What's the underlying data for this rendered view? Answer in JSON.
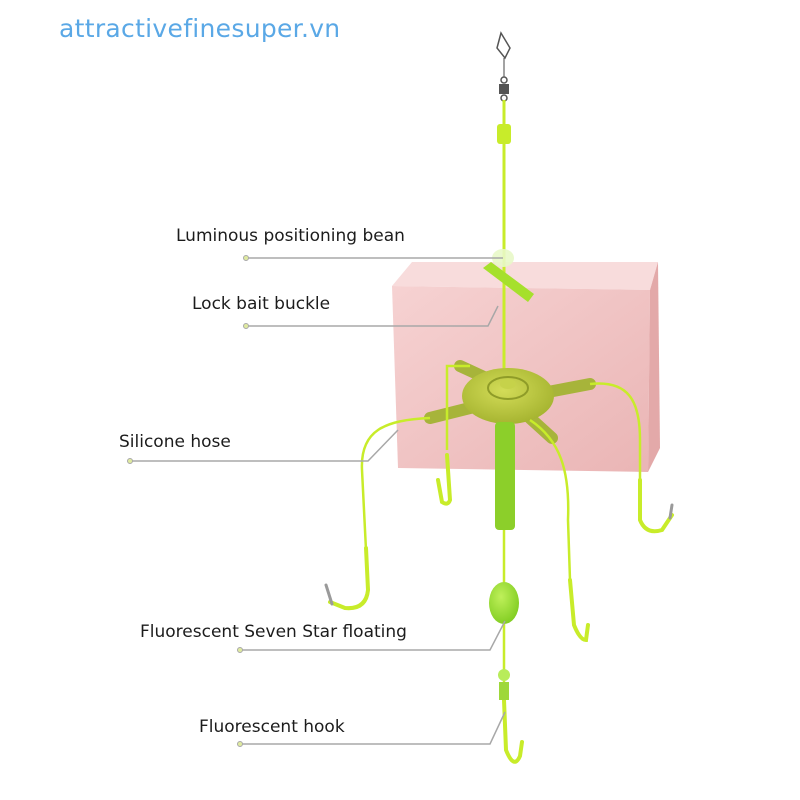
{
  "watermark": "attractivefinesuper.vn",
  "labels": [
    {
      "id": "luminous-positioning-bean",
      "text": "Luminous positioning bean"
    },
    {
      "id": "lock-bait-buckle",
      "text": "Lock bait buckle"
    },
    {
      "id": "silicone-hose",
      "text": "Silicone hose"
    },
    {
      "id": "fluorescent-seven-star-floating",
      "text": "Fluorescent Seven Star floating"
    },
    {
      "id": "fluorescent-hook",
      "text": "Fluorescent hook"
    }
  ],
  "colors": {
    "watermark": "#5aa8e6",
    "line_green": "#c8ec2a",
    "bait_pink": "#f2c4c4",
    "hub_olive": "#b6c73a",
    "stem_green": "#8ccf2a",
    "leader_gray": "#a8a8a8",
    "hook_steel": "#9a9a9a"
  }
}
